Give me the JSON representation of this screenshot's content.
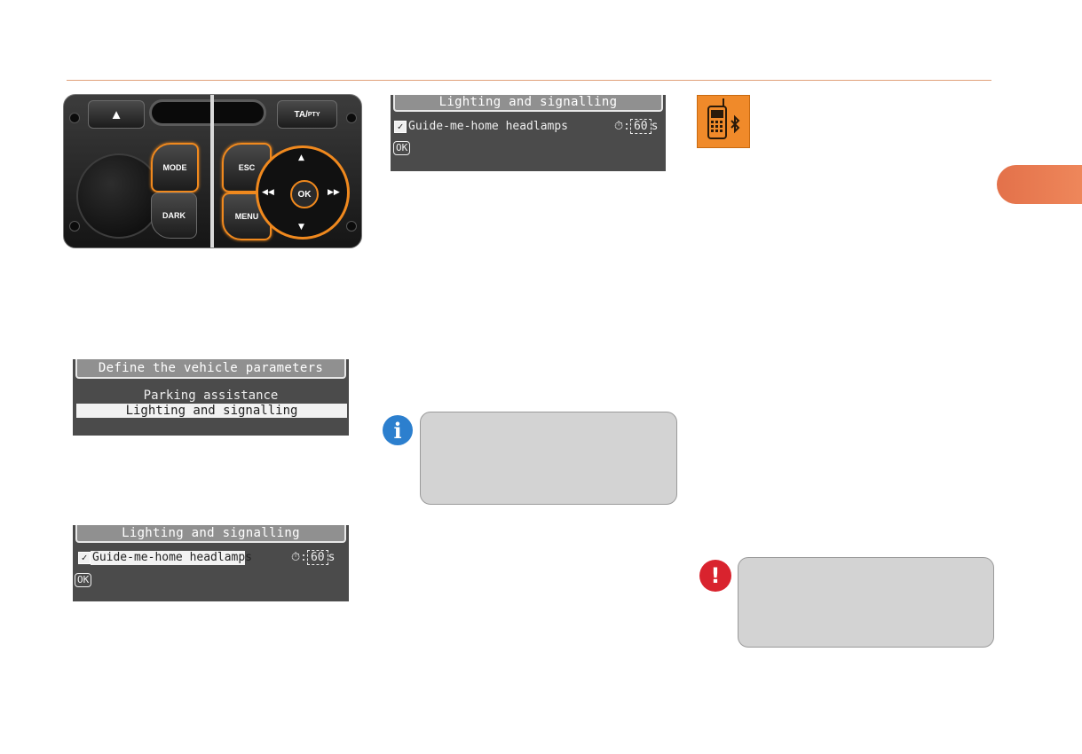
{
  "panel": {
    "ta_pty_main": "TA/",
    "ta_pty_small": "PTY",
    "mode": "MODE",
    "dark": "DARK",
    "esc": "ESC",
    "menu": "MENU",
    "ok": "OK",
    "eject_glyph": "▲",
    "up_glyph": "▲",
    "down_glyph": "▼",
    "left_glyph": "◀◀",
    "right_glyph": "▶▶"
  },
  "screen_params": {
    "title": "Define the vehicle parameters",
    "items": [
      "Parking assistance",
      "Lighting and signalling"
    ],
    "selected_index": 1
  },
  "screen_lighting_bottom": {
    "title": "Lighting and signalling",
    "option_label": "Guide-me-home headlamps",
    "checkbox_glyph": "✓",
    "timer_glyph": "⏱:",
    "value": "60",
    "unit": "s",
    "ok_label": "OK"
  },
  "screen_lighting_top": {
    "title": "Lighting and signalling",
    "option_label": "Guide-me-home headlamps",
    "checkbox_glyph": "✓",
    "timer_glyph": "⏱:",
    "value": "60",
    "unit": "s",
    "ok_label": "OK"
  },
  "icons": {
    "info": "i",
    "warning": "!",
    "info_icon_color": "#2c7fce",
    "warning_icon_color": "#d9232e",
    "bluetooth_box_color": "#f08a2a",
    "section_tab_color": "#e8764d"
  }
}
